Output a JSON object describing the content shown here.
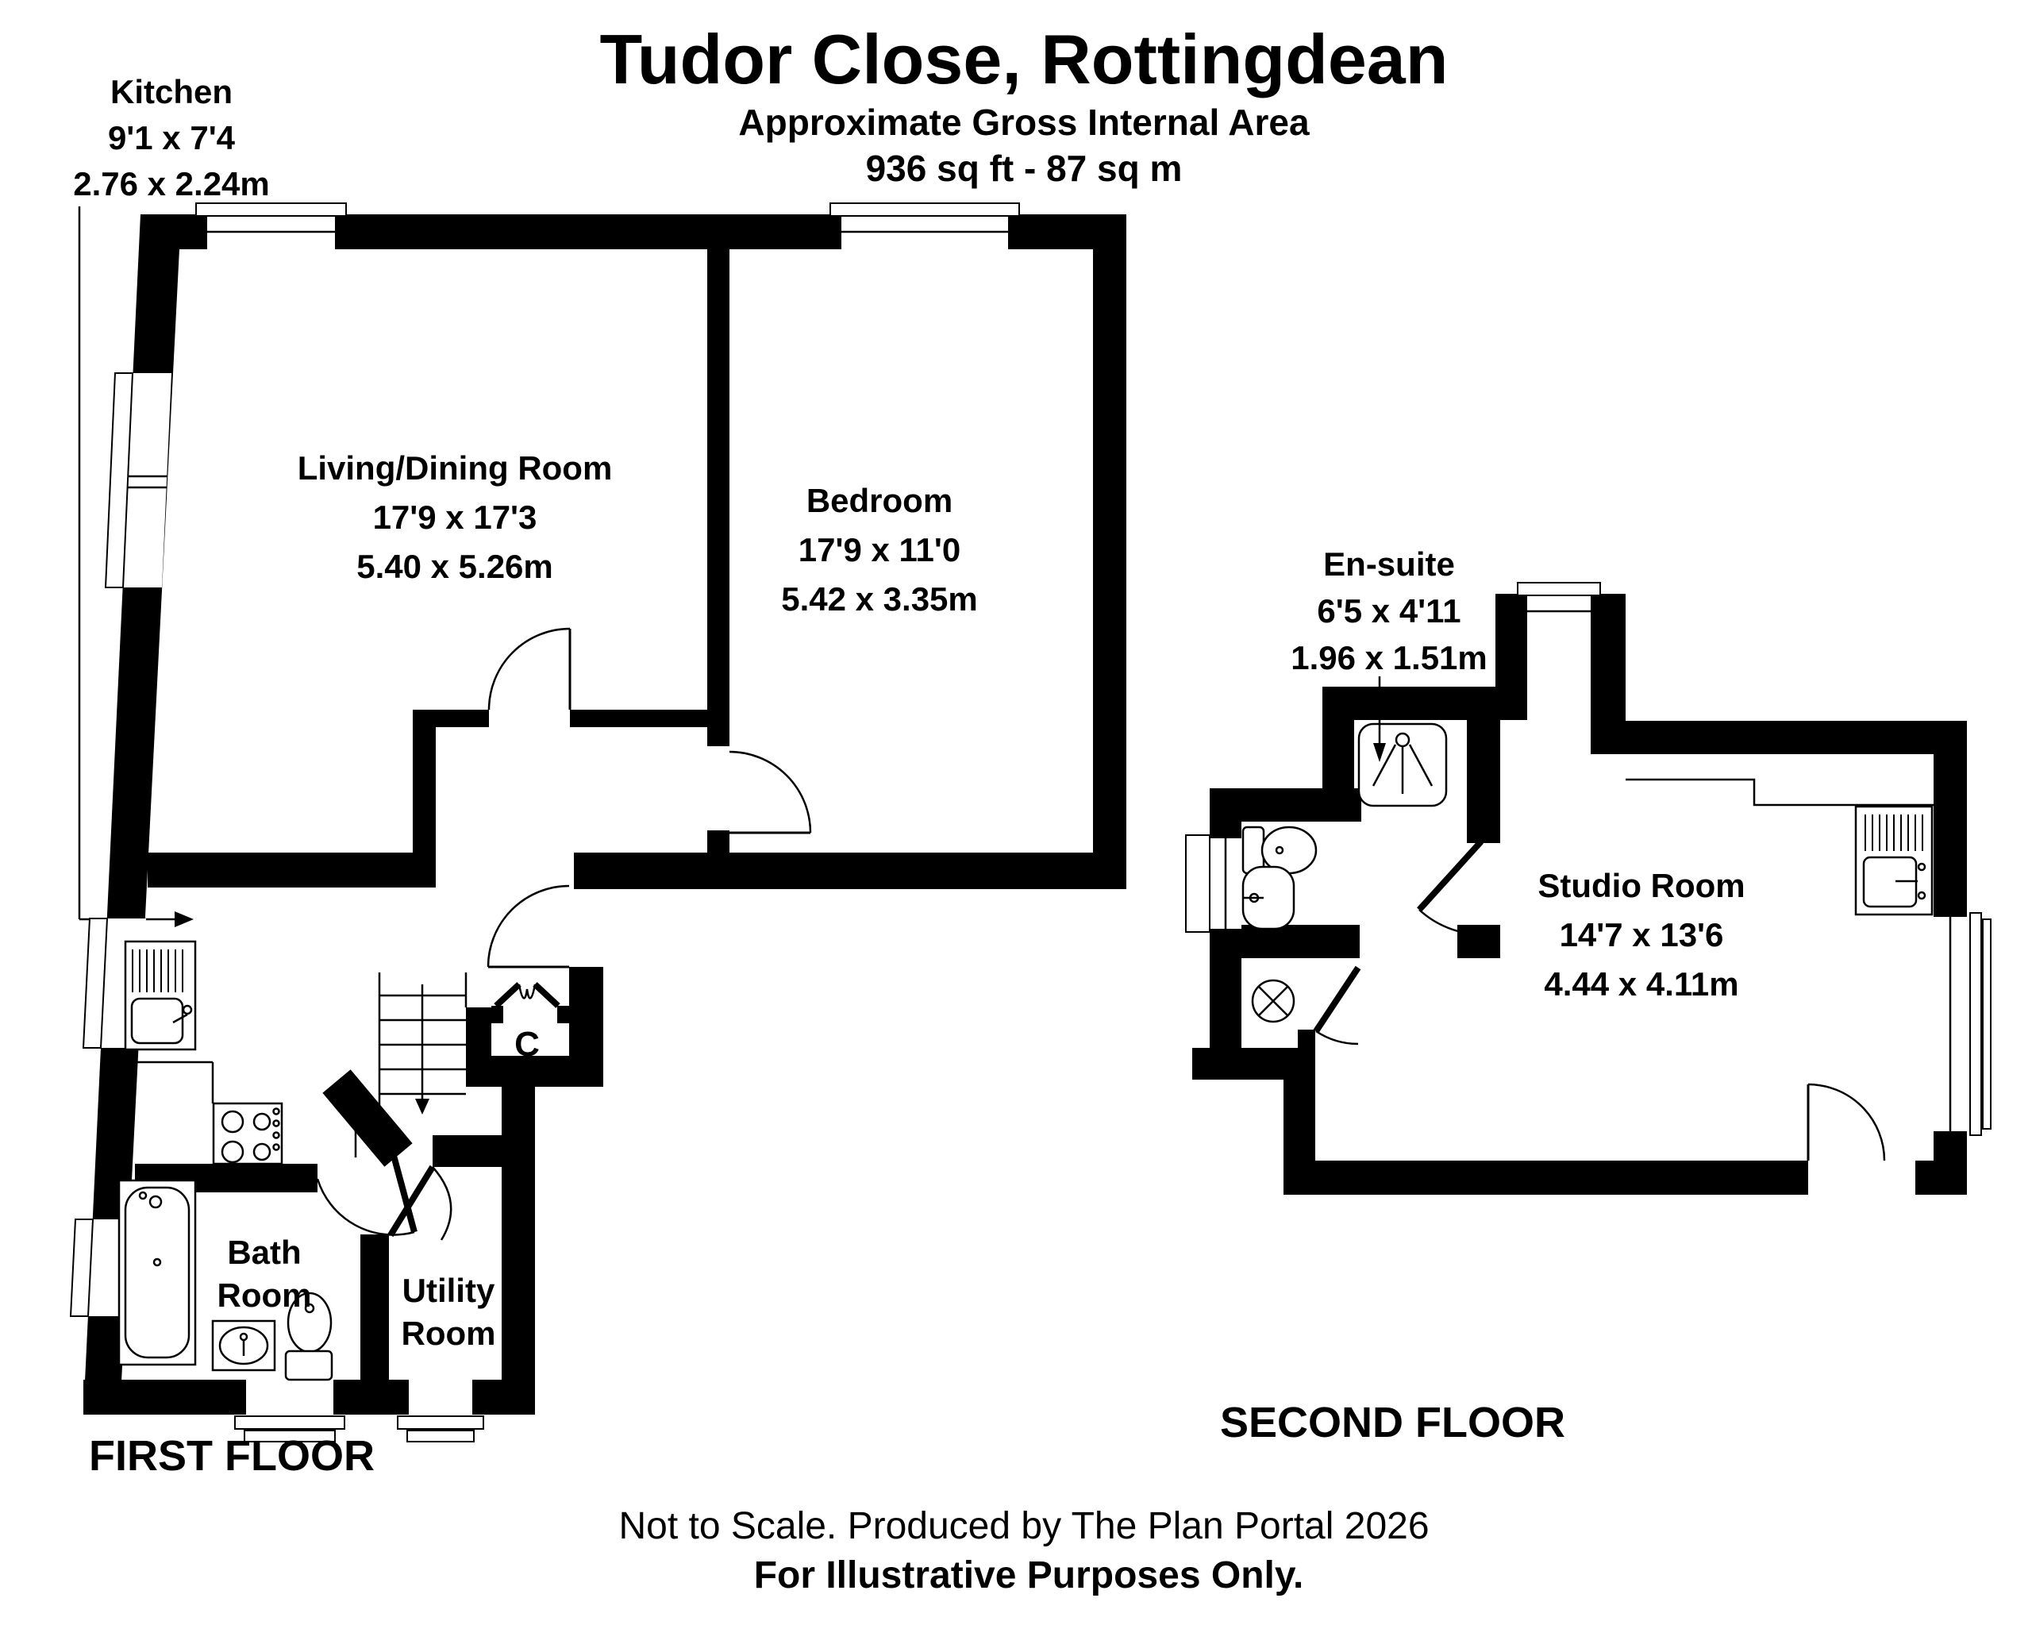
{
  "header": {
    "title": "Tudor Close, Rottingdean",
    "subtitle": "Approximate Gross Internal Area",
    "area": "936 sq ft - 87 sq m"
  },
  "rooms": {
    "kitchen": {
      "name": "Kitchen",
      "imperial": "9'1 x 7'4",
      "metric": "2.76 x 2.24m"
    },
    "living": {
      "name": "Living/Dining Room",
      "imperial": "17'9 x 17'3",
      "metric": "5.40 x 5.26m"
    },
    "bedroom": {
      "name": "Bedroom",
      "imperial": "17'9 x 11'0",
      "metric": "5.42 x 3.35m"
    },
    "ensuite": {
      "name": "En-suite",
      "imperial": "6'5 x 4'11",
      "metric": "1.96 x 1.51m"
    },
    "studio": {
      "name": "Studio Room",
      "imperial": "14'7 x 13'6",
      "metric": "4.44 x 4.11m"
    },
    "bathroom": {
      "line1": "Bath",
      "line2": "Room"
    },
    "utility": {
      "line1": "Utility",
      "line2": "Room"
    },
    "cupboard": {
      "label": "C"
    }
  },
  "floors": {
    "first": {
      "label": "FIRST FLOOR"
    },
    "second": {
      "label": "SECOND FLOOR"
    }
  },
  "footer": {
    "note": "Not to Scale. Produced by The Plan Portal 2026",
    "disclaimer": "For Illustrative Purposes Only."
  },
  "colors": {
    "wall": "#000000",
    "background": "#ffffff"
  }
}
